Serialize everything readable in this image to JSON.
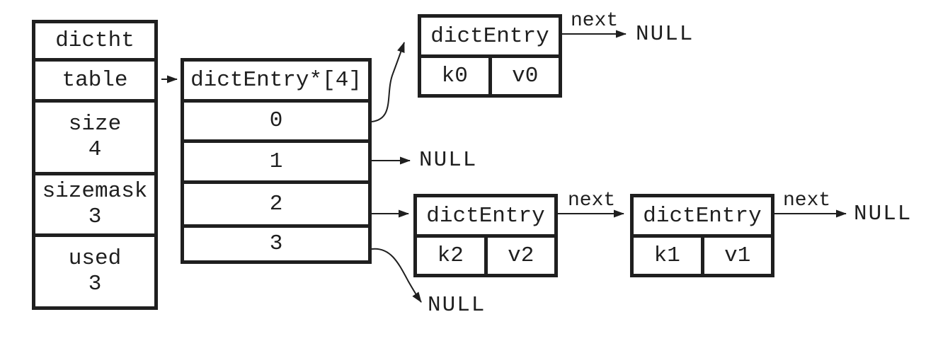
{
  "colors": {
    "line": "#1f1f1f",
    "background": "#ffffff"
  },
  "dictht": {
    "title": "dictht",
    "rows": [
      {
        "label": "table"
      },
      {
        "label": "size",
        "value": "4"
      },
      {
        "label": "sizemask",
        "value": "3"
      },
      {
        "label": "used",
        "value": "3"
      }
    ]
  },
  "bucket_array": {
    "title": "dictEntry*[4]",
    "slots": [
      "0",
      "1",
      "2",
      "3"
    ]
  },
  "entries": [
    {
      "title": "dictEntry",
      "key": "k0",
      "value": "v0"
    },
    {
      "title": "dictEntry",
      "key": "k2",
      "value": "v2"
    },
    {
      "title": "dictEntry",
      "key": "k1",
      "value": "v1"
    }
  ],
  "labels": {
    "next": "next",
    "null_value": "NULL"
  }
}
